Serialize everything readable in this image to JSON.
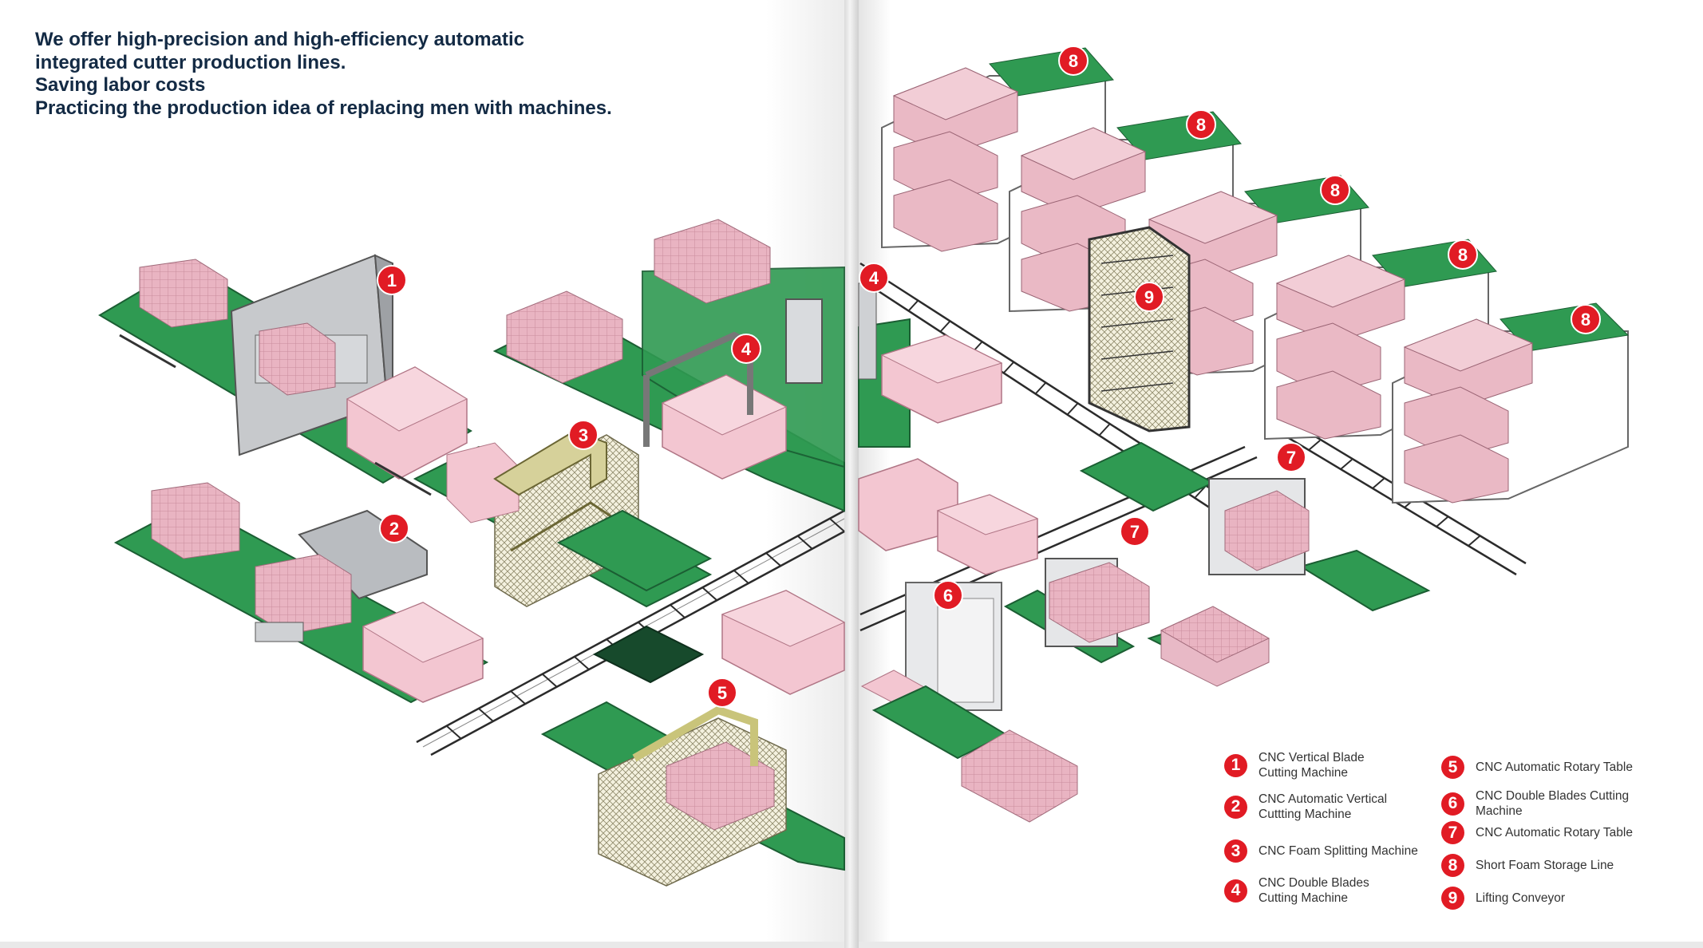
{
  "headline": {
    "line1": "We offer high-precision and high-efficiency automatic",
    "line2": "integrated cutter production lines.",
    "line3": "Saving labor costs",
    "line4": "Practicing the production idea of replacing men with machines."
  },
  "markers": {
    "m1": "1",
    "m2": "2",
    "m3": "3",
    "m4a": "4",
    "m4b": "4",
    "m5": "5",
    "m6": "6",
    "m7a": "7",
    "m7b": "7",
    "m8a": "8",
    "m8b": "8",
    "m8c": "8",
    "m8d": "8",
    "m8e": "8",
    "m9": "9"
  },
  "legend": [
    {
      "num": "1",
      "label": "CNC  Vertical  Blade\nCutting Machine"
    },
    {
      "num": "2",
      "label": "CNC Automatic Vertical\nCuttting Machine"
    },
    {
      "num": "3",
      "label": "CNC Foam Splitting Machine"
    },
    {
      "num": "4",
      "label": "CNC Double Blades\nCutting Machine"
    },
    {
      "num": "5",
      "label": "CNC Automatic Rotary Table"
    },
    {
      "num": "6",
      "label": "CNC Double Blades Cutting Machine"
    },
    {
      "num": "7",
      "label": "CNC Automatic Rotary Table"
    },
    {
      "num": "8",
      "label": "Short Foam Storage Line"
    },
    {
      "num": "9",
      "label": "Lifting Conveyor"
    }
  ],
  "colors": {
    "marker": "#e11b24",
    "conveyor": "#2c8c4a",
    "foam": "#f2c4d0",
    "headline": "#132a44"
  }
}
